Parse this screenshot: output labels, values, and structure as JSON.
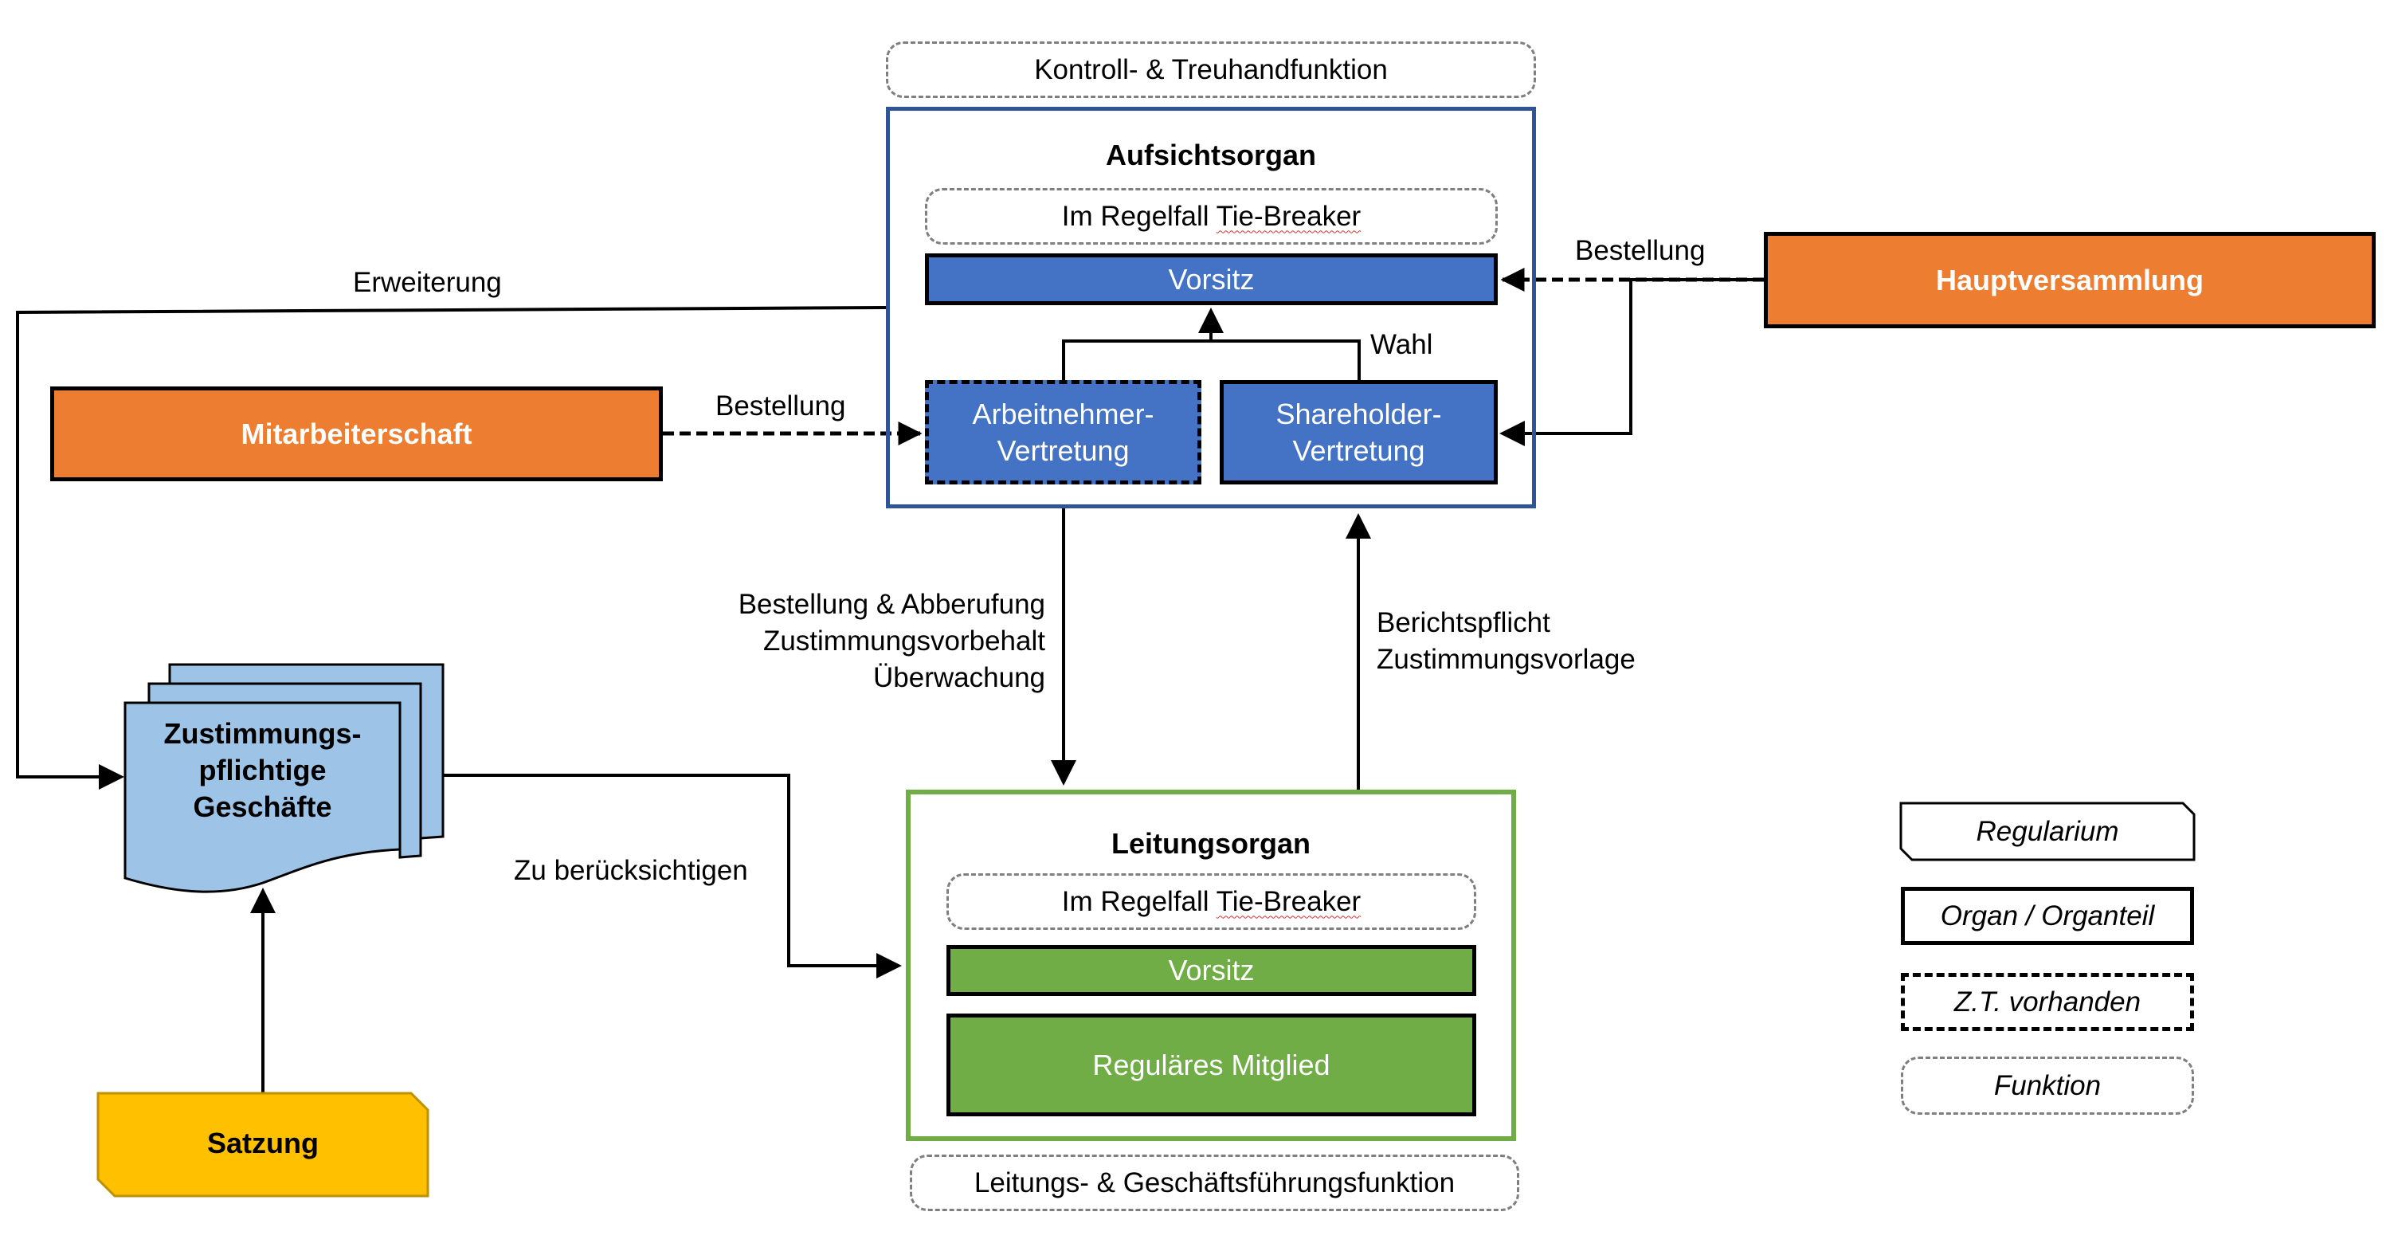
{
  "aufsichtsorgan": {
    "function_label": "Kontroll- & Treuhandfunktion",
    "title": "Aufsichtsorgan",
    "tie_breaker_prefix": "Im Regelfall ",
    "tie_breaker_word": "Tie-Breaker",
    "chair": "Vorsitz",
    "employee_rep": [
      "Arbeitnehmer-",
      "Vertretung"
    ],
    "shareholder_rep": [
      "Shareholder-",
      "Vertretung"
    ],
    "election_label": "Wahl",
    "color": "#4472c4",
    "frame_color": "#2f5597"
  },
  "leitungsorgan": {
    "function_label": "Leitungs- & Geschäftsführungsfunktion",
    "title": "Leitungsorgan",
    "tie_breaker_prefix": "Im Regelfall ",
    "tie_breaker_word": "Tie-Breaker",
    "chair": "Vorsitz",
    "regular_member": "Reguläres Mitglied",
    "color": "#70ad47"
  },
  "external": {
    "hauptversammlung": "Hauptversammlung",
    "mitarbeiterschaft": "Mitarbeiterschaft",
    "color": "#ed7d31"
  },
  "documents": {
    "zustimmungspflichtige": [
      "Zustimmungs-",
      "pflichtige",
      "Geschäfte"
    ],
    "doc_color": "#9dc3e6",
    "satzung": "Satzung",
    "satzung_color": "#ffc000"
  },
  "edges": {
    "erweiterung": "Erweiterung",
    "bestellung_hv": "Bestellung",
    "bestellung_ma": "Bestellung",
    "down_labels": [
      "Bestellung & Abberufung",
      "Zustimmungsvorbehalt",
      "Überwachung"
    ],
    "up_labels": [
      "Berichtspflicht",
      "Zustimmungsvorlage"
    ],
    "zu_beruecksichtigen": "Zu berücksichtigen"
  },
  "legend": {
    "items": [
      "Regularium",
      "Organ / Organteil",
      "Z.T. vorhanden",
      "Funktion"
    ]
  }
}
